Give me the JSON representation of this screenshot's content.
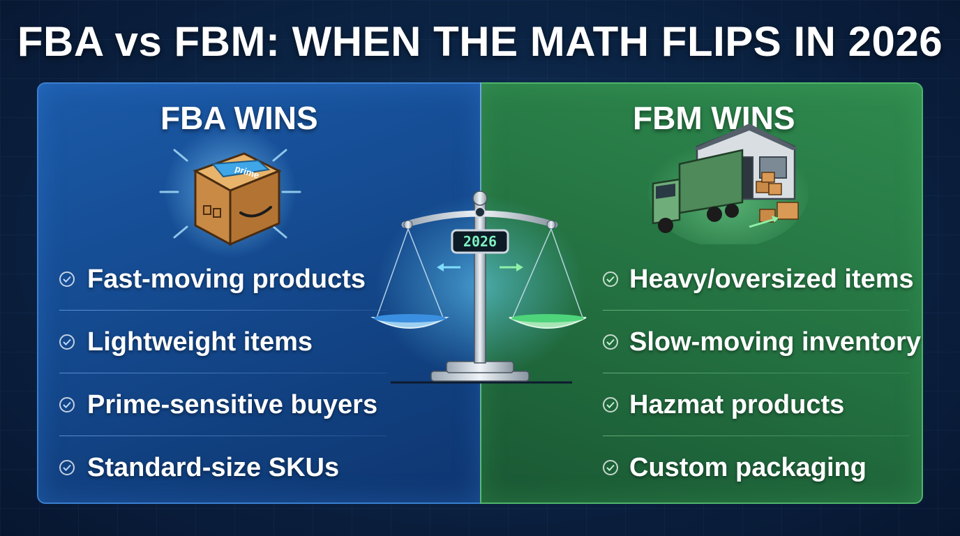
{
  "title": "FBA vs FBM: WHEN THE MATH FLIPS IN 2026",
  "fba": {
    "heading": "FBA WINS",
    "box_label": "prime",
    "items": [
      "Fast-moving products",
      "Lightweight items",
      "Prime-sensitive buyers",
      "Standard-size SKUs"
    ]
  },
  "fbm": {
    "heading": "FBM WINS",
    "items": [
      "Heavy/oversized items",
      "Slow-moving inventory",
      "Hazmat products",
      "Custom packaging"
    ]
  },
  "scale": {
    "year_display": "2026"
  },
  "colors": {
    "fba_blue": "#1b5aa8",
    "fbm_green": "#2f8a4e",
    "background": "#0c2546"
  },
  "icons": [
    "check-circle-icon",
    "prime-box-icon",
    "warehouse-truck-icon",
    "balance-scale-icon",
    "arrow-left-icon",
    "arrow-right-icon"
  ]
}
